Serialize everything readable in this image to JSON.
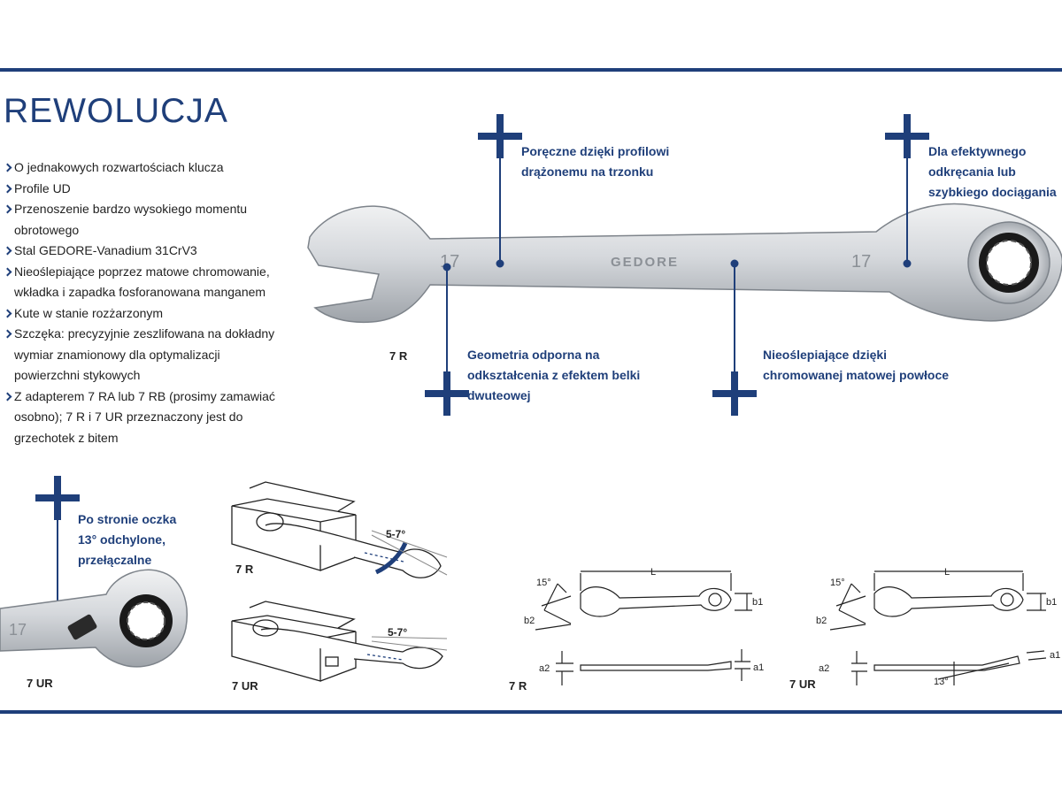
{
  "title": "REWOLUCJA",
  "features": [
    "O jednakowych rozwartościach klucza",
    "Profile UD",
    "Przenoszenie bardzo wysokiego momentu obrotowego",
    "Stal GEDORE-Vanadium 31CrV3",
    "Nieoślepiające poprzez matowe chromowanie, wkładka i zapadka fosforanowana manganem",
    "Kute w stanie rozżarzonym",
    "Szczęka: precyzyjnie zeszlifowana na dokładny wymiar znamionowy dla optymalizacji powierzchni stykowych",
    "Z adapterem 7 RA lub 7 RB (prosimy zamawiać osobno); 7 R i 7 UR przeznaczony jest do grzechotek z bitem"
  ],
  "callouts": {
    "handle": "Poręczne dzięki profilowi drążonemu na trzonku",
    "ratchet": "Dla efektywnego odkręcania lub szybkiego dociągania",
    "geometry": "Geometria odporna na odkształcenia z efektem belki dwuteowej",
    "chrome": "Nieoślepiające dzięki chromowanej matowej powłoce",
    "offset": "Po stronie oczka 13° odchylone, przełączalne"
  },
  "wrench": {
    "size_mark": "17",
    "brand": "GEDORE",
    "label": "7 R"
  },
  "model_labels": {
    "detail_ur": "7 UR",
    "vise_r": "7 R",
    "vise_ur": "7 UR",
    "dim_r": "7 R",
    "dim_ur": "7 UR"
  },
  "angles": {
    "swing": "5-7°",
    "head_tilt": "15°",
    "offset": "13°"
  },
  "dims": {
    "L": "L",
    "b1": "b1",
    "b2": "b2",
    "a1": "a1",
    "a2": "a2"
  },
  "colors": {
    "accent": "#1f3f7a",
    "steel": "#d9dcdf"
  }
}
